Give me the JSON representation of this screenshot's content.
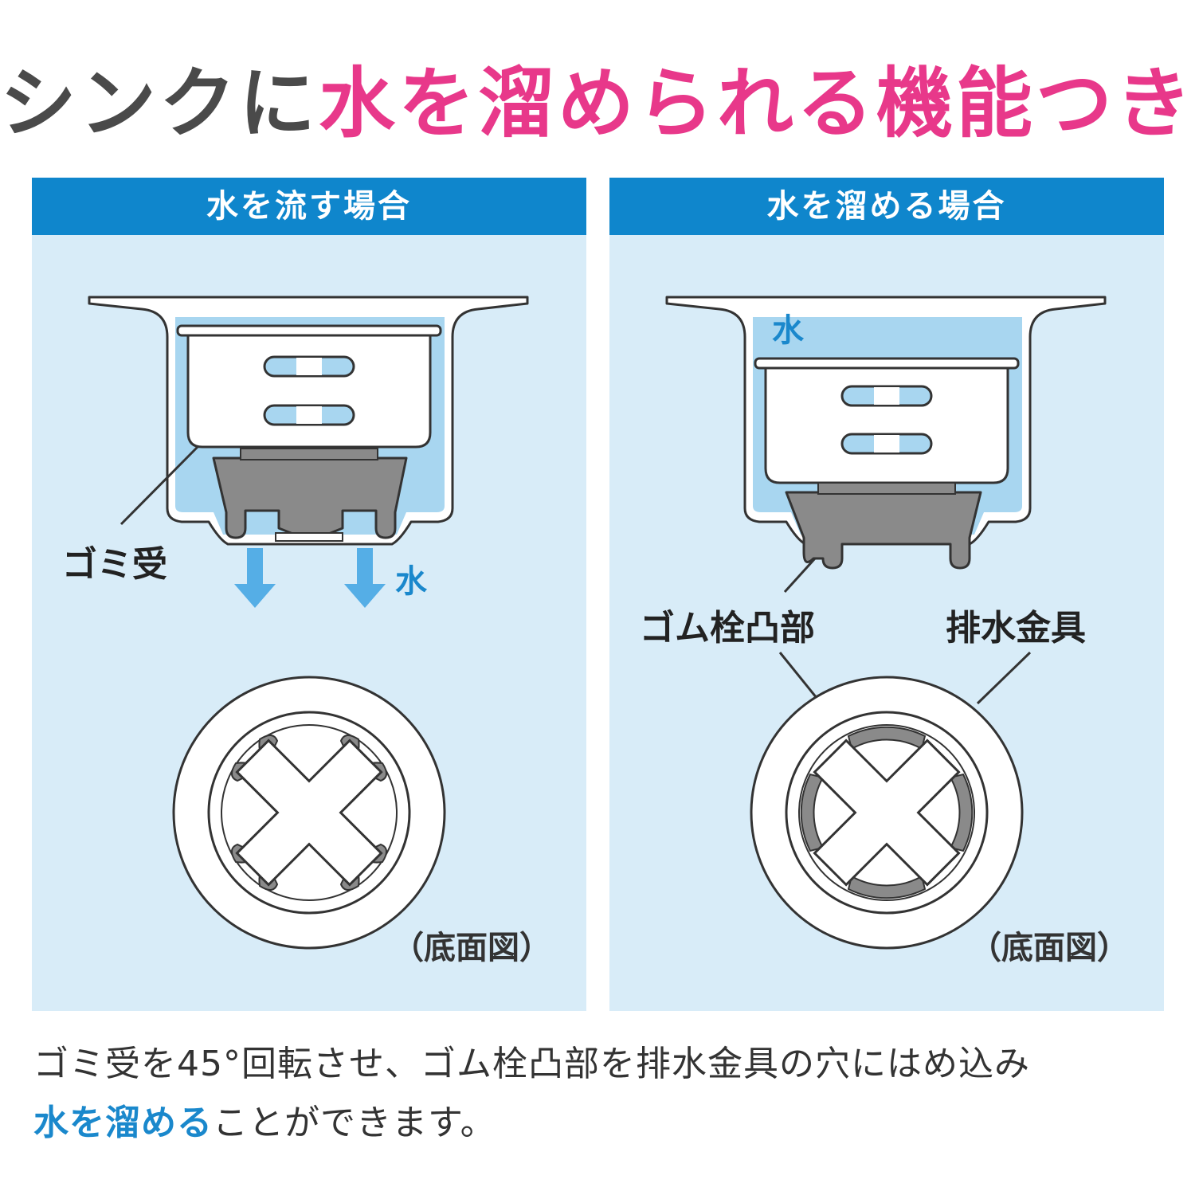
{
  "headline": {
    "lead": "シンクに",
    "accent": "水を溜められる機能つき"
  },
  "panels": {
    "flow": {
      "header": "水を流す場合",
      "label_basket": "ゴミ受",
      "label_water": "水",
      "bottom_view": "（底面図）"
    },
    "store": {
      "header": "水を溜める場合",
      "label_water": "水",
      "label_stopper": "ゴム栓凸部",
      "label_fitting": "排水金具",
      "bottom_view": "（底面図）"
    }
  },
  "caption": {
    "line1": "ゴミ受を45°回転させ、ゴム栓凸部を排水金具の穴にはめ込み",
    "line2_strong": "水を溜める",
    "line2_rest": "ことができます。"
  },
  "colors": {
    "accent_pink": "#e8388a",
    "header_blue": "#0f86cc",
    "panel_bg": "#d8ecf8",
    "water": "#a8d6f0",
    "rubber": "#8a8a8a",
    "arrow": "#55aee6"
  }
}
